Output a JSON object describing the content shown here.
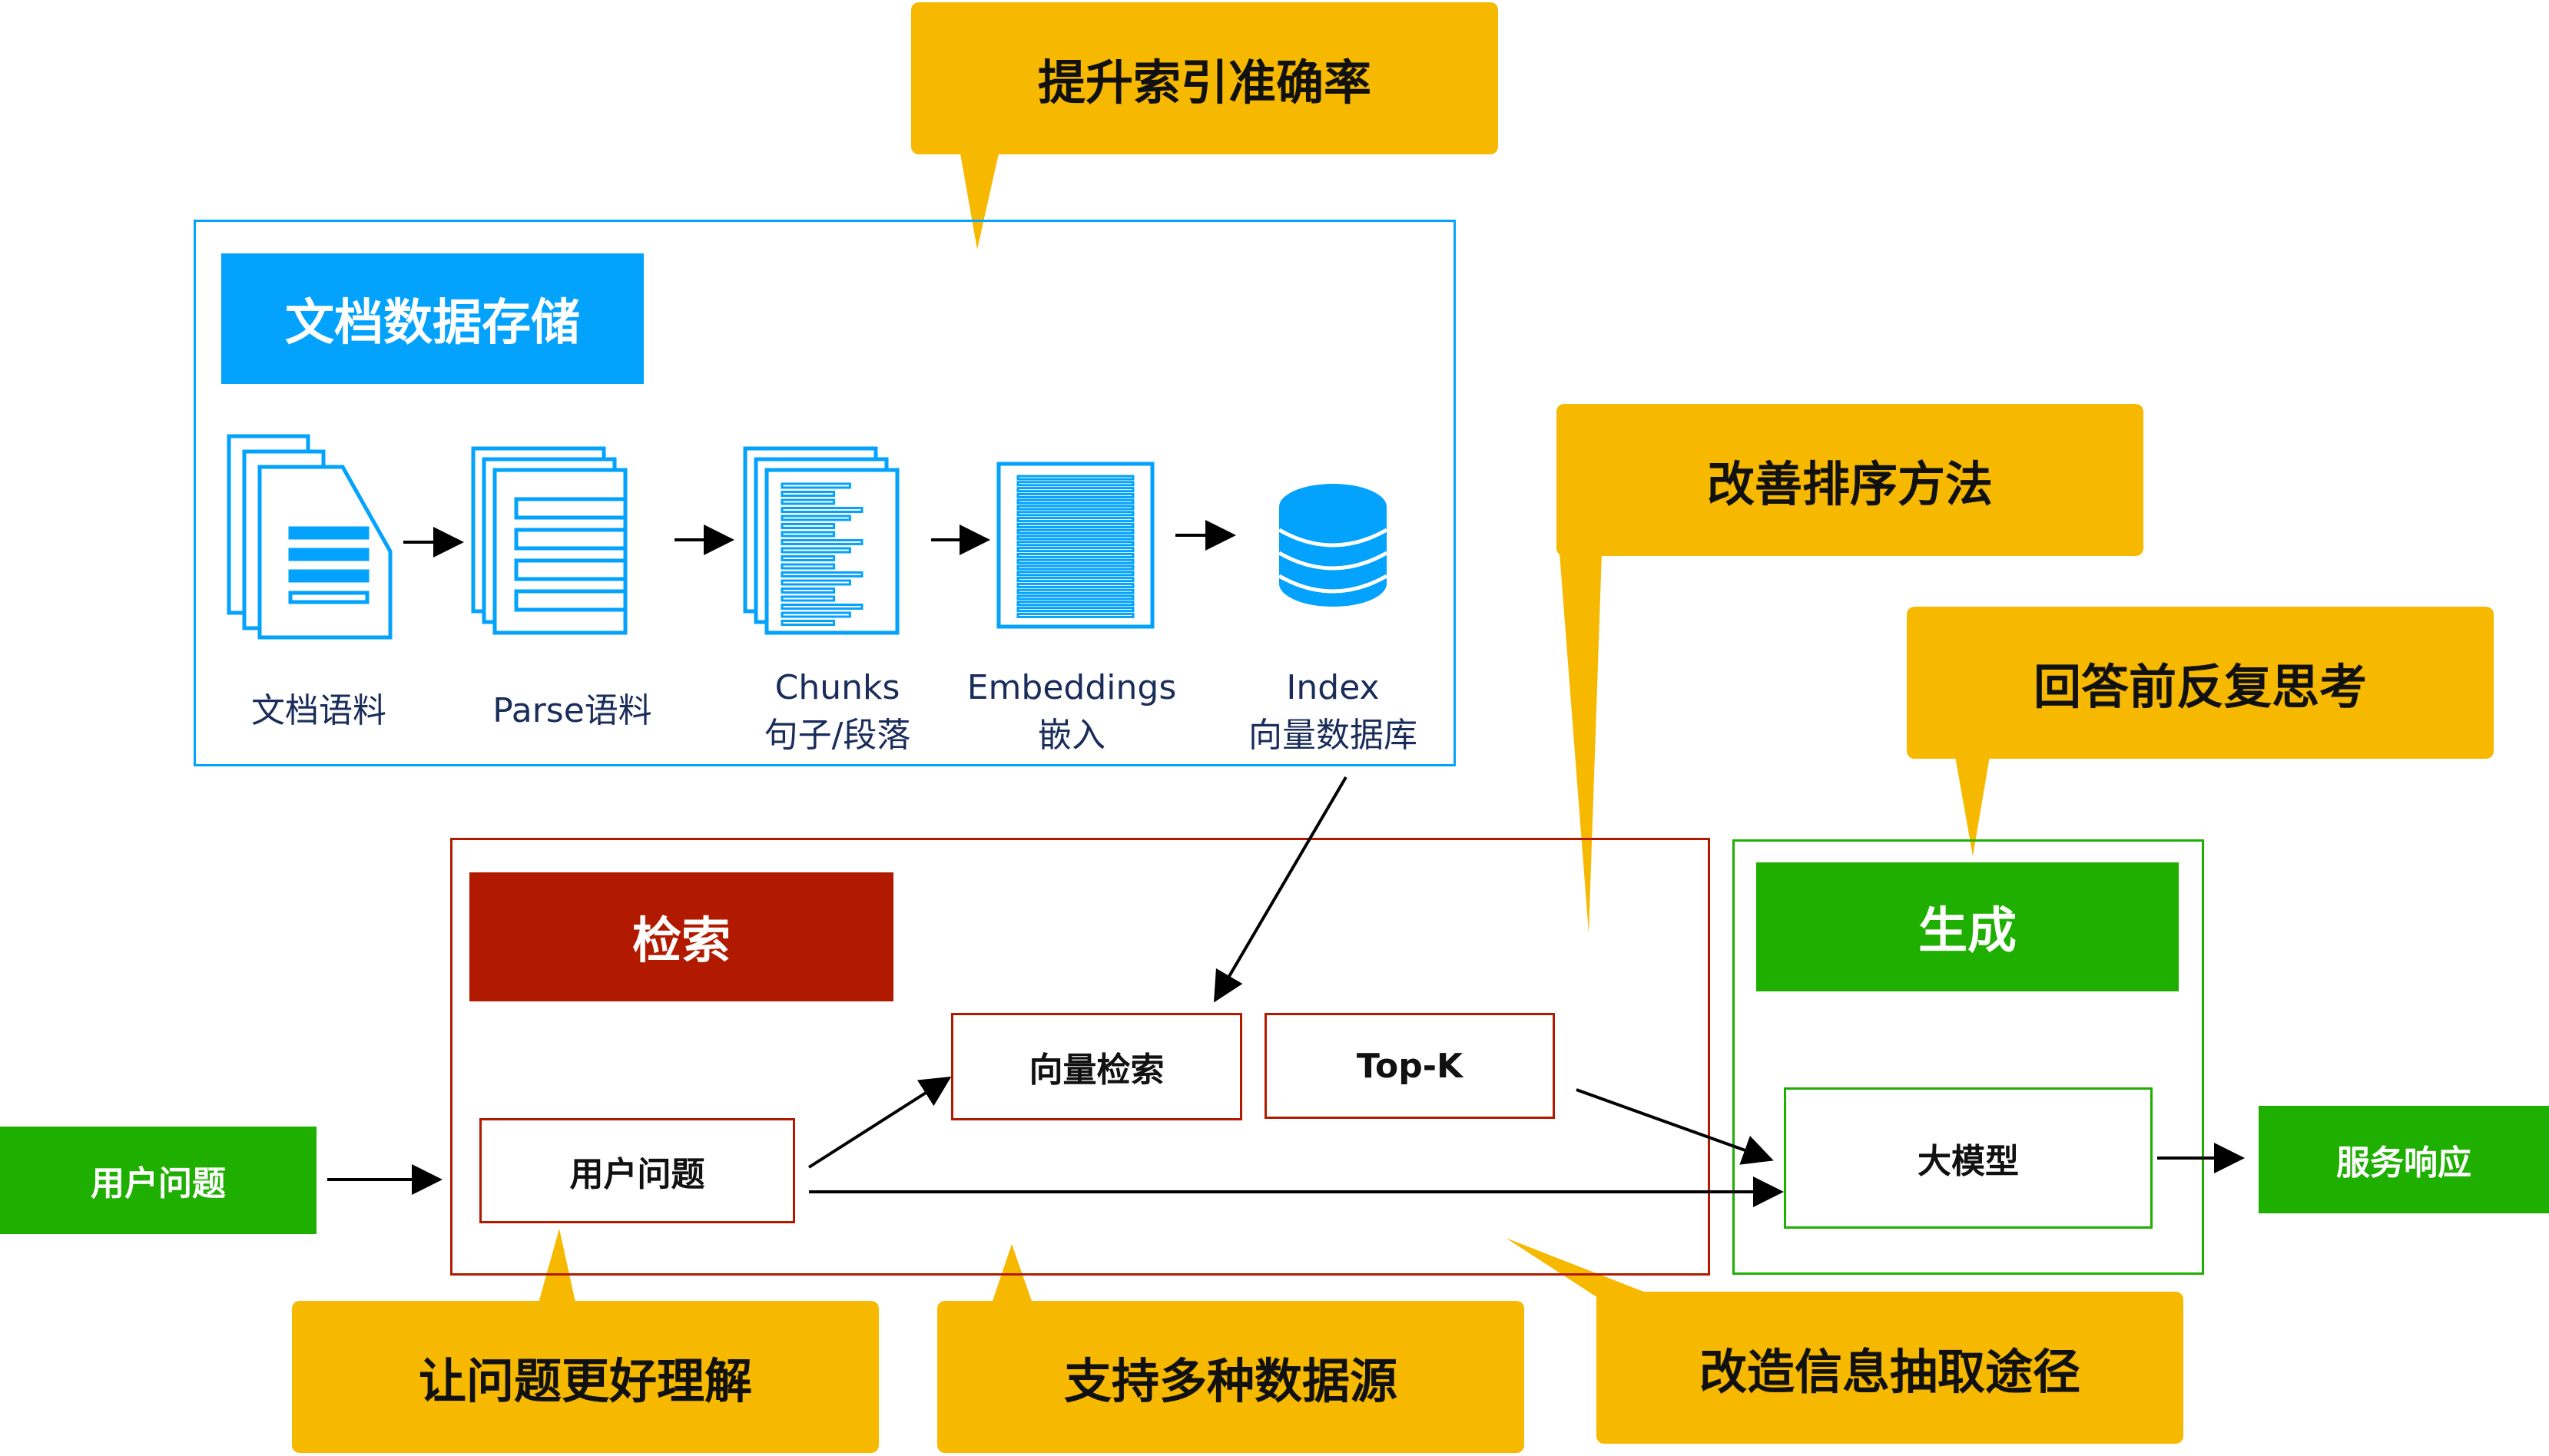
{
  "callouts": {
    "index_accuracy": "提升索引准确率",
    "rerank": "改善排序方法",
    "reflect": "回答前反复思考",
    "query_rewrite": "让问题更好理解",
    "multi_source": "支持多种数据源",
    "extraction": "改造信息抽取途径"
  },
  "storage": {
    "title": "文档数据存储",
    "steps": [
      {
        "line1": "",
        "line2": "文档语料",
        "icon": "documents-icon"
      },
      {
        "line1": "",
        "line2": "Parse语料",
        "icon": "parsed-document-icon"
      },
      {
        "line1": "Chunks",
        "line2": "句子/段落",
        "icon": "chunks-icon"
      },
      {
        "line1": "Embeddings",
        "line2": "嵌入",
        "icon": "embeddings-icon"
      },
      {
        "line1": "Index",
        "line2": "向量数据库",
        "icon": "database-icon"
      }
    ]
  },
  "retrieval": {
    "title": "检索",
    "user_question": "用户问题",
    "vector_search": "向量检索",
    "topk": "Top-K"
  },
  "generation": {
    "title": "生成",
    "llm": "大模型"
  },
  "input": "用户问题",
  "output": "服务响应",
  "colors": {
    "storage": "#03a2fd",
    "retrieval": "#b21a00",
    "generation": "#1faf00",
    "callout": "#f7b900"
  }
}
